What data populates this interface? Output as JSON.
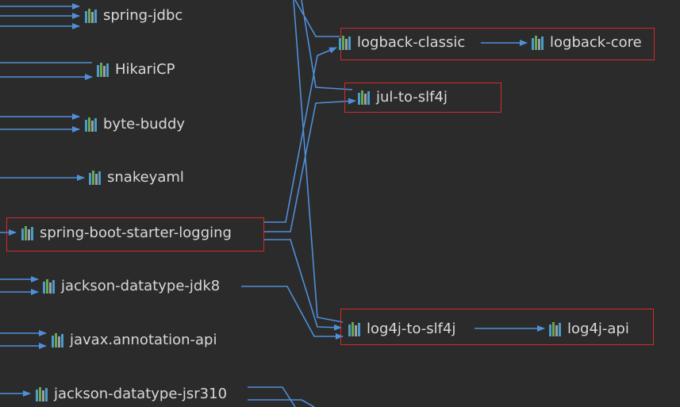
{
  "nodes": {
    "spring_jdbc": "spring-jdbc",
    "hikari": "HikariCP",
    "byte_buddy": "byte-buddy",
    "snakeyaml": "snakeyaml",
    "starter_logging": "spring-boot-starter-logging",
    "jackson_jdk8": "jackson-datatype-jdk8",
    "javax_annotation": "javax.annotation-api",
    "jackson_jsr310": "jackson-datatype-jsr310",
    "logback_classic": "logback-classic",
    "logback_core": "logback-core",
    "jul_to_slf4j": "jul-to-slf4j",
    "log4j_to_slf4j": "log4j-to-slf4j",
    "log4j_api": "log4j-api"
  },
  "colors": {
    "background": "#2b2b2b",
    "edge": "#4f8fd9",
    "highlight": "#d62a2a",
    "text": "#d8d8d8"
  }
}
